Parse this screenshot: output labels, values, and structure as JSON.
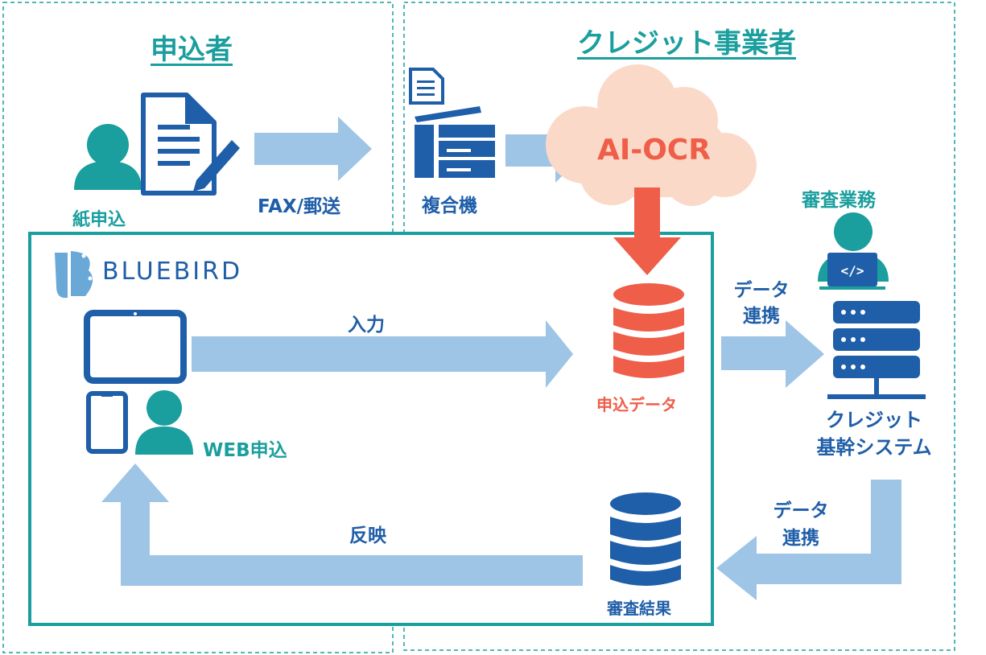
{
  "sections": {
    "applicant": "申込者",
    "credit_company": "クレジット事業者"
  },
  "labels": {
    "paper_application": "紙申込",
    "fax_mail": "FAX/郵送",
    "multifunction_printer": "複合機",
    "ai_ocr": "AI-OCR",
    "review_work": "審査業務",
    "data_link_top_1": "データ",
    "data_link_top_2": "連携",
    "data_link_bottom_1": "データ",
    "data_link_bottom_2": "連携",
    "input": "入力",
    "application_data": "申込データ",
    "web_application": "WEB申込",
    "reflect": "反映",
    "review_result": "審査結果",
    "credit_core_1": "クレジット",
    "credit_core_2": "基幹システム"
  },
  "logo": {
    "text": "BLUEBIRD"
  },
  "colors": {
    "teal": "#1a9e9e",
    "dark_blue": "#1f5ea8",
    "arrow_blue": "#9ec4e6",
    "red": "#ef5e48",
    "cloud": "#fbd9c9"
  }
}
